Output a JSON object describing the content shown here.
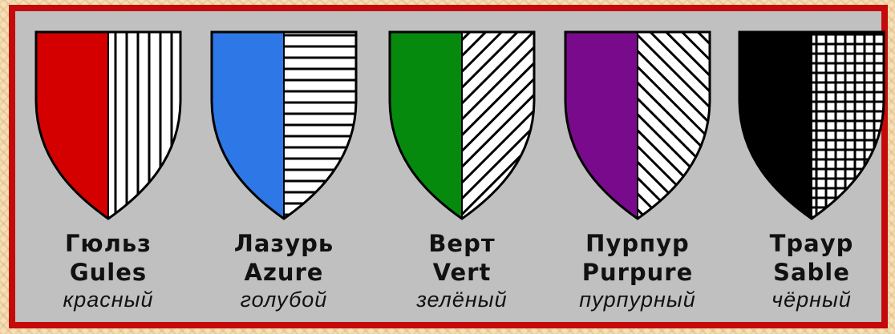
{
  "tinctures": [
    {
      "ru": "Гюльз",
      "en": "Gules",
      "adj": "красный",
      "color": "#d40000",
      "hatch": "vertical"
    },
    {
      "ru": "Лазурь",
      "en": "Azure",
      "adj": "голубой",
      "color": "#2d78e6",
      "hatch": "horizontal"
    },
    {
      "ru": "Верт",
      "en": "Vert",
      "adj": "зелёный",
      "color": "#068a0e",
      "hatch": "diagonal-left"
    },
    {
      "ru": "Пурпур",
      "en": "Purpure",
      "adj": "пурпурный",
      "color": "#7a0a8c",
      "hatch": "diagonal-right"
    },
    {
      "ru": "Траур",
      "en": "Sable",
      "adj": "чёрный",
      "color": "#000000",
      "hatch": "grid"
    }
  ]
}
